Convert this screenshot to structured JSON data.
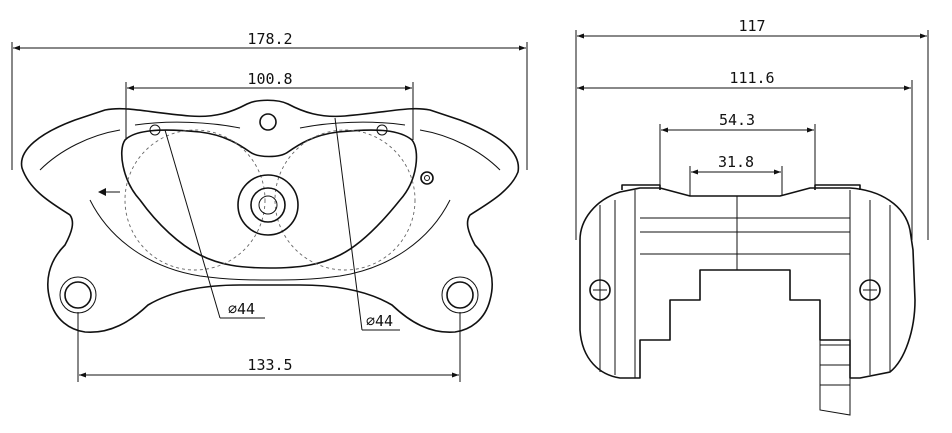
{
  "front_view": {
    "dim_overall": "178.2",
    "dim_pad": "100.8",
    "dim_mount": "133.5",
    "piston_left": "⌀44",
    "piston_right": "⌀44"
  },
  "side_view": {
    "dim_overall": "117",
    "dim_body": "111.6",
    "dim_gap": "54.3",
    "dim_disc": "31.8"
  }
}
